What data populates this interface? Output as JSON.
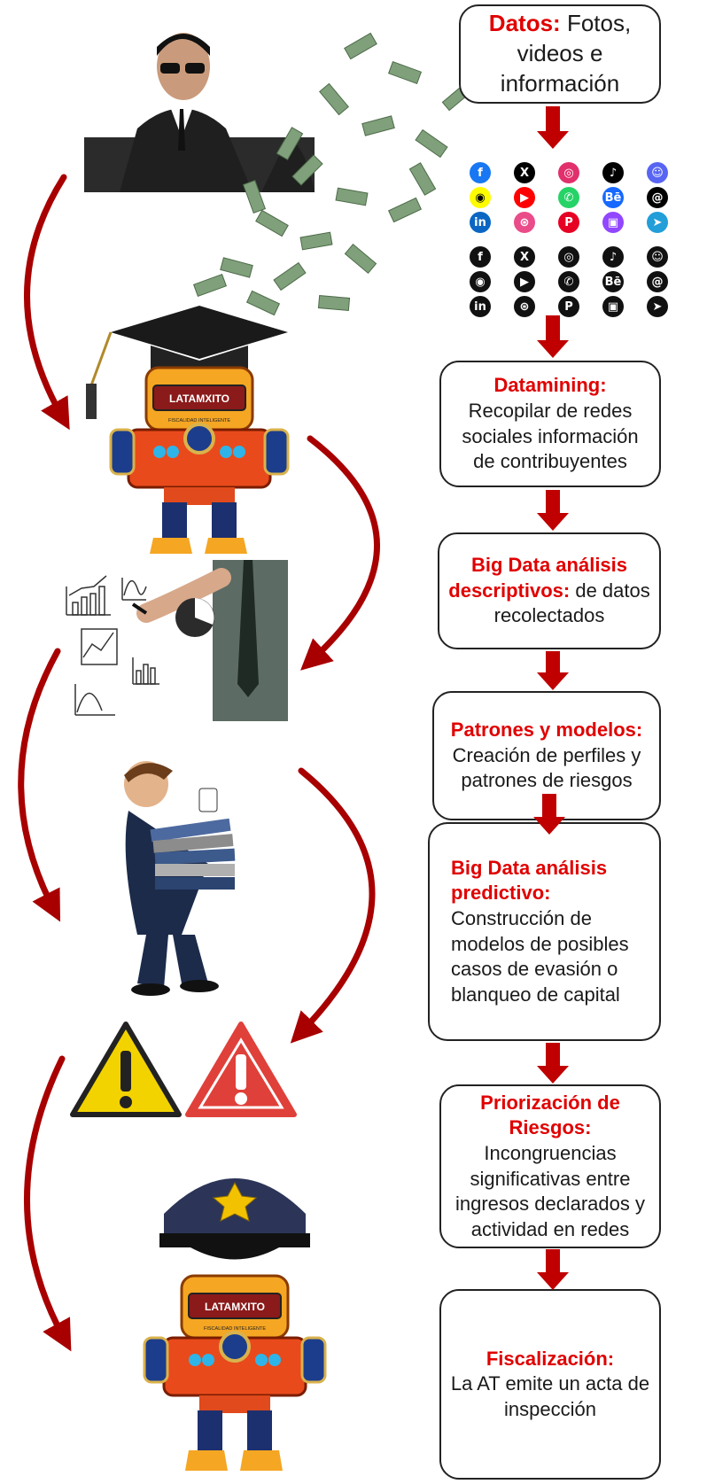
{
  "steps": [
    {
      "title": "Datos:",
      "text": "Fotos, videos e información"
    },
    {
      "title": "Datamining:",
      "text": "Recopilar de redes sociales información de contribuyentes"
    },
    {
      "title": "Big Data análisis descriptivos:",
      "text": "de datos recolectados"
    },
    {
      "title": "Patrones y modelos:",
      "text": "Creación de perfiles y patrones de riesgos"
    },
    {
      "title": "Big Data análisis predictivo:",
      "text": "Construcción de modelos de posibles casos de evasión o blanqueo de capital"
    },
    {
      "title": "Priorización de Riesgos:",
      "text": "Incongruencias significativas entre ingresos declarados y actividad en redes"
    },
    {
      "title": "Fiscalización:",
      "text": "La AT emite un acta de inspección"
    }
  ],
  "robot": {
    "brand": "LATAMXITO",
    "tagline": "FISCALIDAD INTELIGENTE"
  },
  "social_icons": [
    "facebook-icon",
    "x-icon",
    "instagram-icon",
    "tiktok-icon",
    "discord-icon",
    "snapchat-icon",
    "youtube-icon",
    "whatsapp-icon",
    "behance-icon",
    "threads-icon",
    "linkedin-icon",
    "dribbble-icon",
    "pinterest-icon",
    "twitch-icon",
    "telegram-icon"
  ],
  "icon_glyphs": [
    "f",
    "X",
    "◎",
    "♪",
    "☺",
    "◉",
    "▶",
    "✆",
    "Bē",
    "@",
    "in",
    "⊛",
    "P",
    "▣",
    "➤"
  ],
  "icon_colors": [
    "#1877f2",
    "#000000",
    "#e1306c",
    "#010101",
    "#5865f2",
    "#fffc00",
    "#ff0000",
    "#25d366",
    "#1769ff",
    "#000000",
    "#0a66c2",
    "#ea4c89",
    "#e60023",
    "#9146ff",
    "#229ed9"
  ],
  "colors": {
    "accent_red": "#e00000",
    "arrow_red": "#c00000",
    "curve_red": "#a80000"
  }
}
